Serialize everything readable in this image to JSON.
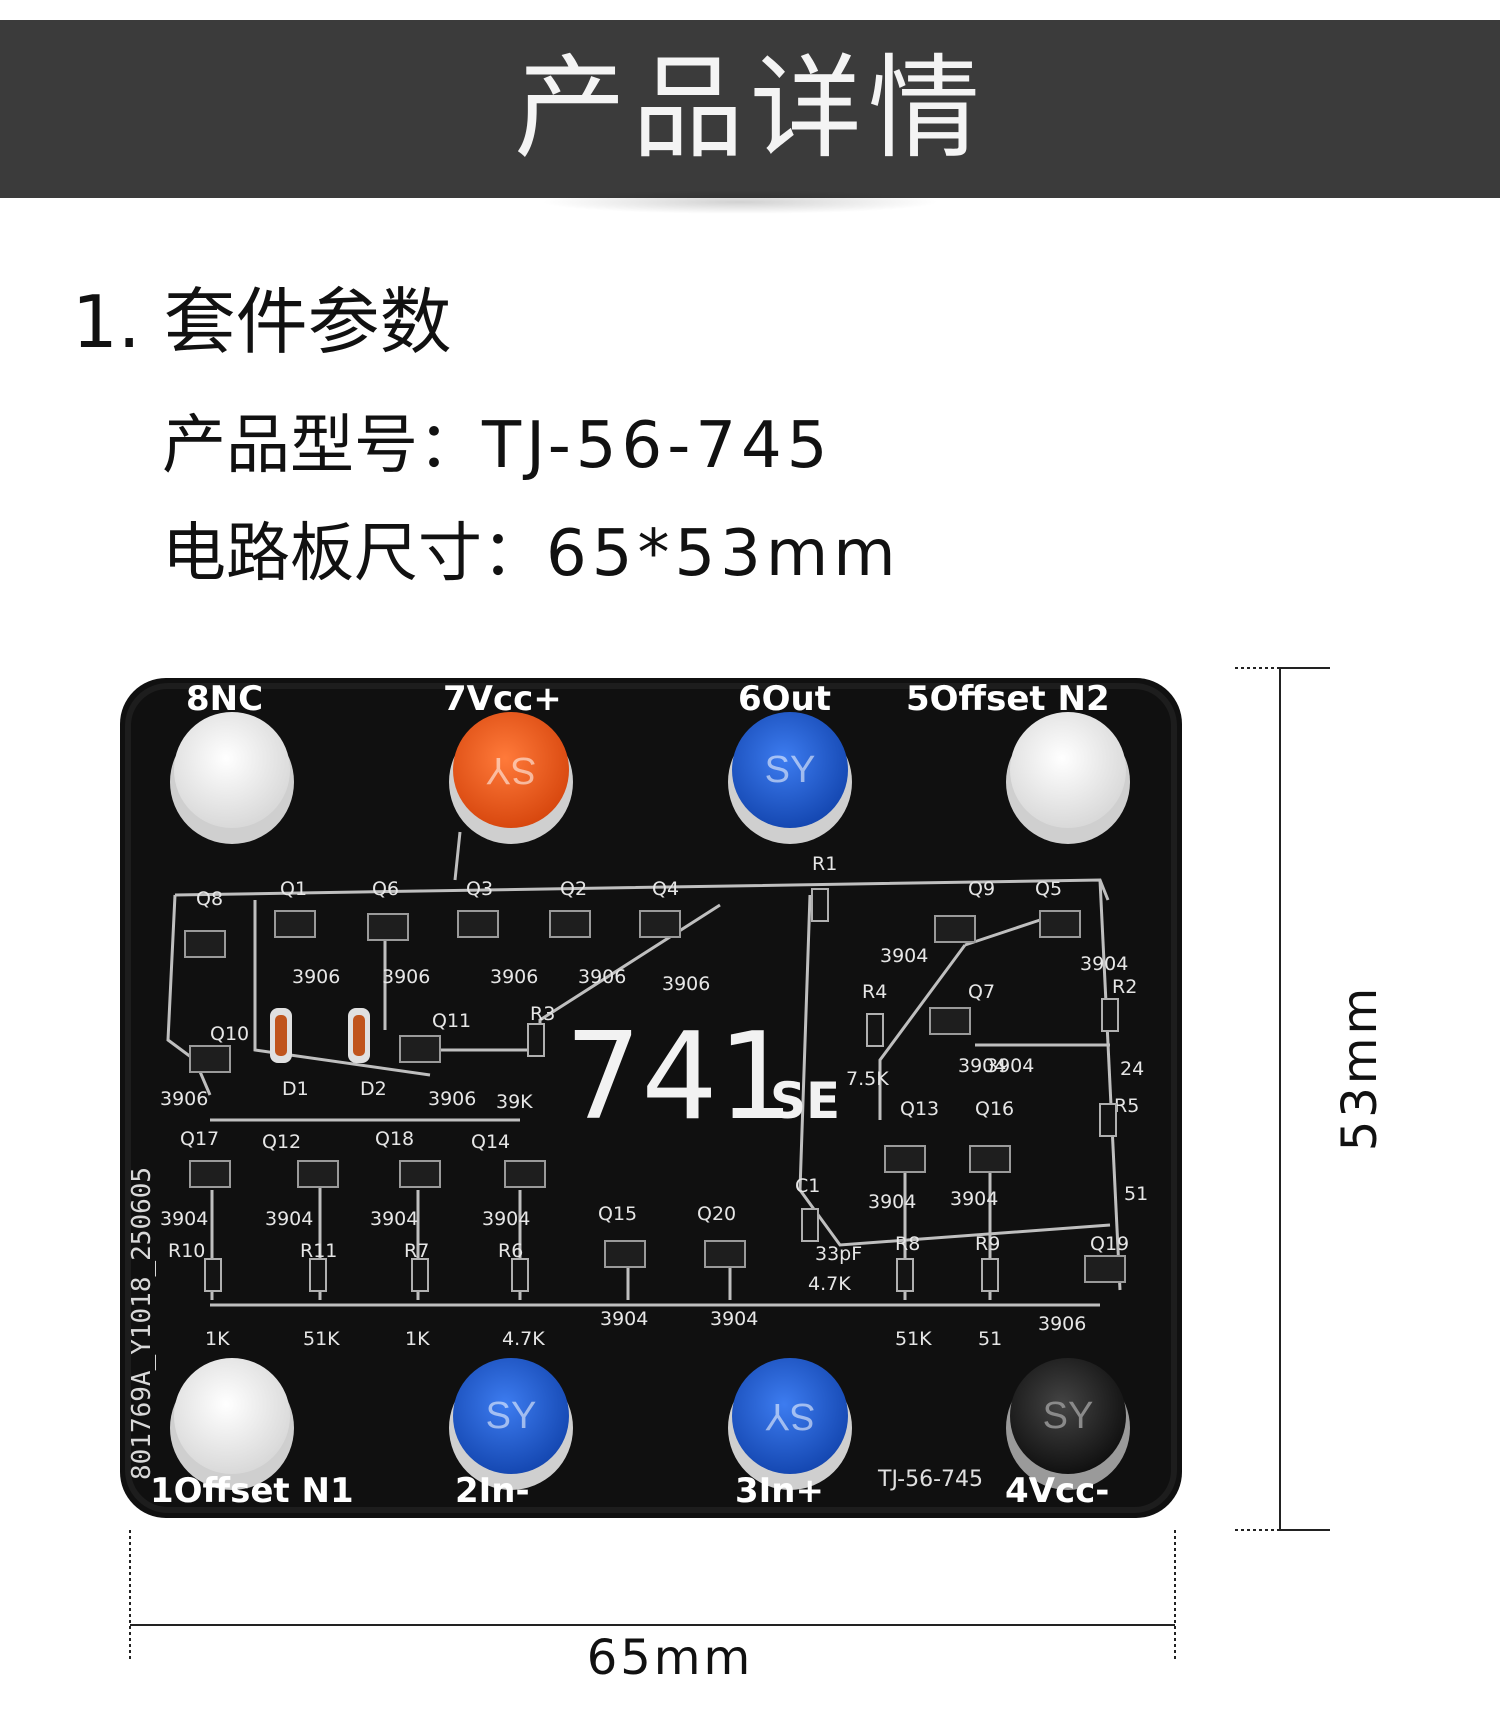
{
  "banner": {
    "title": "产品详情"
  },
  "section": {
    "heading": "1. 套件参数"
  },
  "specs": [
    {
      "label": "产品型号：",
      "value": "TJ-56-745"
    },
    {
      "label": "电路板尺寸：",
      "value": "65*53mm"
    }
  ],
  "board": {
    "top_labels": [
      "8NC",
      "7Vcc+",
      "6Out",
      "5Offset N2"
    ],
    "bottom_labels": [
      "1Offset N1",
      "2In-",
      "3In+",
      "4Vcc-"
    ],
    "big_label": "741",
    "big_suffix": "SE",
    "side_code": "801769A_Y1018_250605",
    "model_mark": "TJ-56-745",
    "post_mark": "SY",
    "post_colors": {
      "white": "#f2f2f2",
      "orange": "#f05a1c",
      "blue": "#1f5fd1",
      "black": "#1a1a1a"
    },
    "parts": [
      "Q8",
      "Q1",
      "Q6",
      "Q3",
      "Q2",
      "Q4",
      "R1",
      "Q9",
      "Q5",
      "3906",
      "3906",
      "3906",
      "3906",
      "3906",
      "3904",
      "3904",
      "3904",
      "Q10",
      "Q11",
      "R3",
      "R4",
      "Q7",
      "R2",
      "D1",
      "D2",
      "3906",
      "3906",
      "39K",
      "7.5K",
      "3904",
      "24",
      "R5",
      "Q17",
      "Q12",
      "Q18",
      "Q14",
      "Q13",
      "Q16",
      "3904",
      "3904",
      "3904",
      "3904",
      "C1",
      "3904",
      "3904",
      "51",
      "R10",
      "R11",
      "R7",
      "R6",
      "Q15",
      "Q20",
      "33pF",
      "R8",
      "R9",
      "Q19",
      "1K",
      "51K",
      "1K",
      "4.7K",
      "3904",
      "3904",
      "51K",
      "51",
      "3906",
      "4.7K"
    ]
  },
  "dimensions": {
    "width": "65mm",
    "height": "53mm"
  }
}
